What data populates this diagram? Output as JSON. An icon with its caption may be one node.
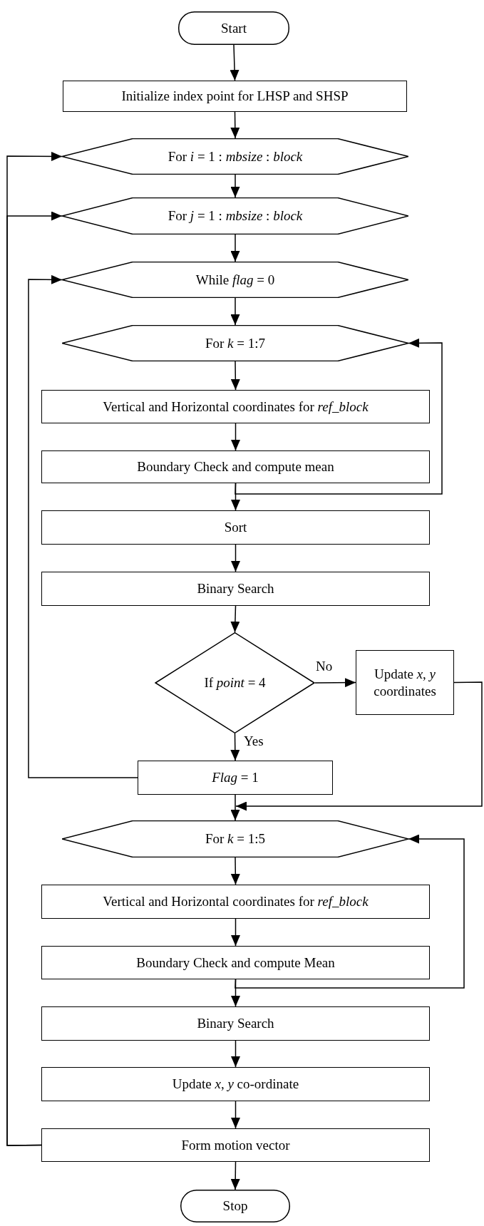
{
  "diagram": {
    "nodes": [
      {
        "text": [
          "Start"
        ]
      },
      {
        "text": [
          "Initialize index point for LHSP and SHSP"
        ]
      },
      {
        "text": [
          "For *i* = 1 : *mbsize* : *block*"
        ]
      },
      {
        "text": [
          "For *j* = 1 : *mbsize* : *block*"
        ]
      },
      {
        "text": [
          "While *flag* = 0"
        ]
      },
      {
        "text": [
          "For *k* = 1:7"
        ]
      },
      {
        "text": [
          "Vertical and Horizontal coordinates for *ref_block*"
        ]
      },
      {
        "text": [
          "Boundary Check and compute mean"
        ]
      },
      {
        "text": [
          "Sort"
        ]
      },
      {
        "text": [
          "Binary Search"
        ]
      },
      {
        "text": [
          "If *point* = 4"
        ]
      },
      {
        "text": [
          "Update *x*, *y* coordinates"
        ]
      },
      {
        "text": [
          "*Flag* = 1"
        ]
      },
      {
        "text": [
          "For *k* = 1:5"
        ]
      },
      {
        "text": [
          "Vertical and Horizontal coordinates for *ref_block*"
        ]
      },
      {
        "text": [
          "Boundary Check and compute Mean"
        ]
      },
      {
        "text": [
          "Binary Search"
        ]
      },
      {
        "text": [
          "Update *x*, *y* co-ordinate"
        ]
      },
      {
        "text": [
          "Form motion vector"
        ]
      },
      {
        "text": [
          "Stop"
        ]
      }
    ],
    "edges": [
      {
        "from": 0,
        "to": 1,
        "arrow": "to"
      },
      {
        "from": 1,
        "to": 2,
        "arrow": "to"
      },
      {
        "from": 2,
        "to": 3,
        "arrow": "to"
      },
      {
        "from": 3,
        "to": 4,
        "arrow": "to"
      },
      {
        "from": 4,
        "to": 5,
        "arrow": "to"
      },
      {
        "from": 5,
        "to": 6,
        "arrow": "to"
      },
      {
        "from": 6,
        "to": 7,
        "arrow": "to"
      },
      {
        "from": 7,
        "to": 8,
        "arrow": "to"
      },
      {
        "from": 7,
        "to": 5,
        "arrow": "to"
      },
      {
        "from": 8,
        "to": 9,
        "arrow": "to"
      },
      {
        "from": 9,
        "to": 10,
        "arrow": "to"
      },
      {
        "from": 10,
        "to": 11,
        "arrow": "to",
        "label": "No"
      },
      {
        "from": 10,
        "to": 12,
        "arrow": "to",
        "label": "Yes"
      },
      {
        "from": 12,
        "to": 4,
        "arrow": "to"
      },
      {
        "from": 12,
        "to": 13,
        "arrow": "to"
      },
      {
        "from": 11,
        "to": 13,
        "arrow": "to"
      },
      {
        "from": 13,
        "to": 14,
        "arrow": "to"
      },
      {
        "from": 14,
        "to": 15,
        "arrow": "to"
      },
      {
        "from": 15,
        "to": 16,
        "arrow": "to"
      },
      {
        "from": 15,
        "to": 13,
        "arrow": "to"
      },
      {
        "from": 16,
        "to": 17,
        "arrow": "to"
      },
      {
        "from": 17,
        "to": 18,
        "arrow": "to"
      },
      {
        "from": 18,
        "to": 2,
        "arrow": "to"
      },
      {
        "from": 18,
        "to": 3,
        "arrow": "to"
      },
      {
        "from": 18,
        "to": 19,
        "arrow": "to"
      }
    ]
  }
}
